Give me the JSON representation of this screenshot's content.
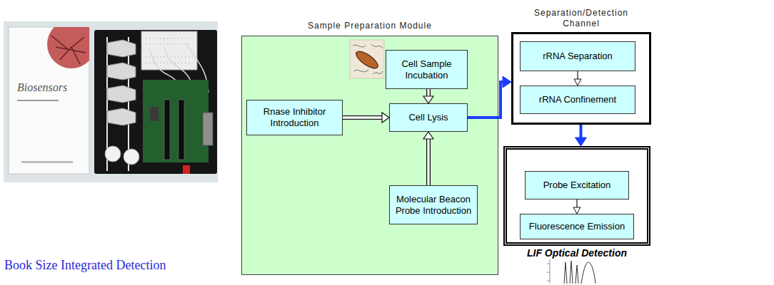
{
  "diagram": {
    "nodes": [
      {
        "text": [
          "Sample Preparation Module"
        ]
      },
      {
        "text": [
          "Cell Sample Incubation"
        ],
        "in": 0
      },
      {
        "text": [
          "Rnase Inhibitor Introduction"
        ],
        "in": 0
      },
      {
        "text": [
          "Cell Lysis"
        ],
        "in": 0
      },
      {
        "text": [
          "Molecular Beacon Probe Introduction"
        ],
        "in": 0
      },
      {
        "text": [
          "Separation/Detection Channel"
        ]
      },
      {
        "text": [
          "rRNA Separation"
        ],
        "in": 5
      },
      {
        "text": [
          "rRNA Confinement"
        ],
        "in": 5
      },
      {
        "text": [
          "LIF Optical Detection"
        ]
      },
      {
        "text": [
          "Probe Excitation"
        ],
        "in": 8
      },
      {
        "text": [
          "Fluorescence Emission"
        ],
        "in": 8
      }
    ],
    "edges": [
      {
        "from": 1,
        "to": 3,
        "arrow": "to"
      },
      {
        "from": 2,
        "to": 3,
        "arrow": "to"
      },
      {
        "from": 4,
        "to": 3,
        "arrow": "to"
      },
      {
        "from": 3,
        "to": 5,
        "arrow": "to"
      },
      {
        "from": 6,
        "to": 7,
        "arrow": "to"
      },
      {
        "from": 5,
        "to": 8,
        "arrow": "to"
      },
      {
        "from": 9,
        "to": 10,
        "arrow": "to"
      }
    ],
    "labels": [
      "Biosensors",
      "Book Size Integrated Detection"
    ]
  }
}
